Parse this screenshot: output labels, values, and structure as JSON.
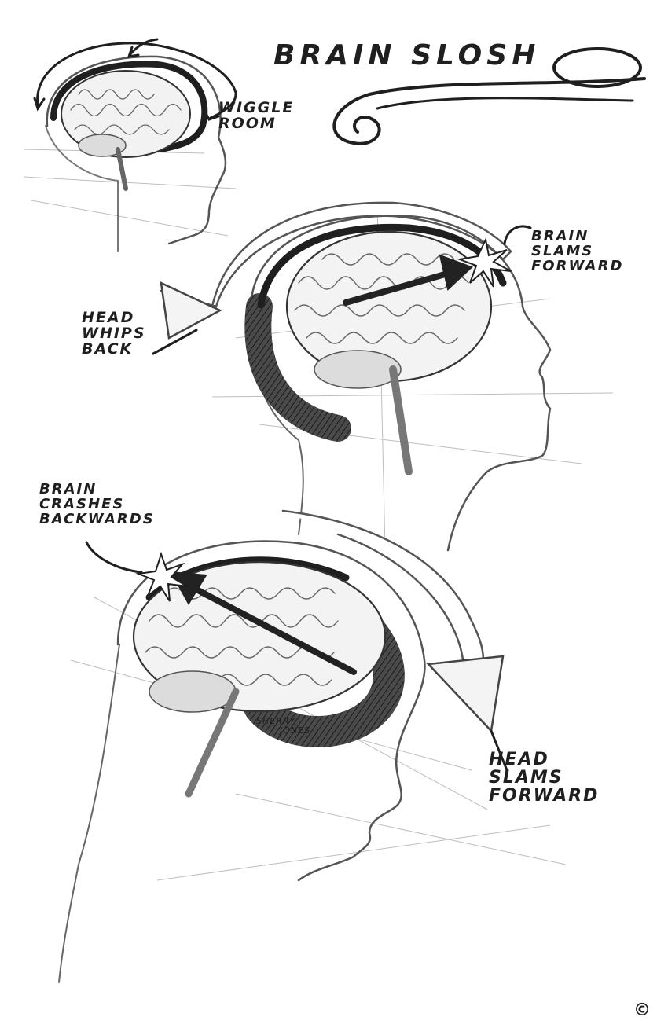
{
  "title": "BRAIN SLOSH",
  "labels": {
    "wiggle_room": [
      "WIGGLE",
      "ROOM"
    ],
    "brain_slams_forward": [
      "BRAIN",
      "SLAMS",
      "FORWARD"
    ],
    "head_whips_back": [
      "HEAD",
      "WHIPS",
      "BACK"
    ],
    "brain_crashes_backwards": [
      "BRAIN",
      "CRASHES",
      "BACKWARDS"
    ],
    "head_slams_forward": [
      "HEAD",
      "SLAMS",
      "FORWARD"
    ]
  },
  "signature": [
    "SHERRY",
    "JONES"
  ],
  "copyright": "©",
  "colors": {
    "ink": "#1f1f1f",
    "shade": "#3a3a3a",
    "sketch": "#9a9a9a",
    "paper": "#ffffff"
  }
}
